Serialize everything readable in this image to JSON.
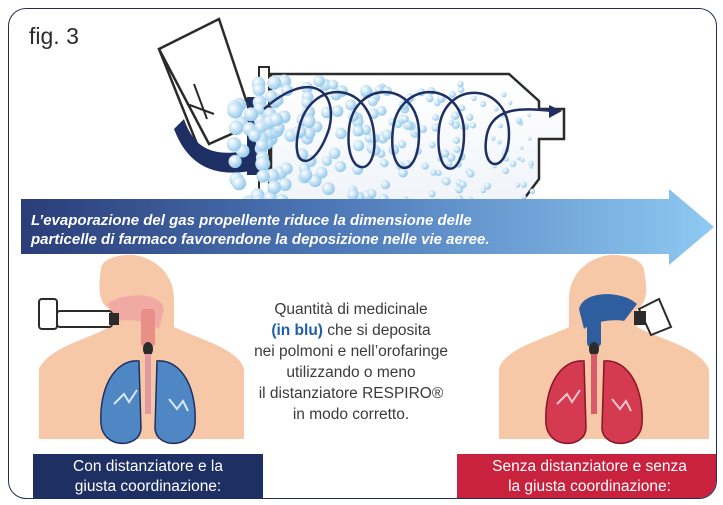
{
  "figure": {
    "label": "fig. 3"
  },
  "banner": {
    "line1": "L’evaporazione del gas propellente riduce la dimensione delle",
    "line2": "particelle di farmaco favorendone la deposizione nelle vie aeree."
  },
  "center": {
    "line1": "Quantità di medicinale",
    "line2": "(in blu)",
    "line2_rest": " che si deposita",
    "line3": "nei polmoni e nell’orofaringe",
    "line4": "utilizzando o meno",
    "line5": "il distanziatore RESPIRO®",
    "line6": "in modo corretto."
  },
  "captions": {
    "left": {
      "line1": "Con distanziatore e la",
      "line2": "giusta coordinazione:"
    },
    "right": {
      "line1": "Senza distanziatore e senza",
      "line2": "la giusta coordinazione:"
    }
  },
  "colors": {
    "navy": "#1e2f63",
    "blue_medicine": "#1e5fa8",
    "red_medicine": "#c8223f",
    "skin": "#f7c8a8",
    "arrow_start": "#2a3d78",
    "arrow_end": "#7ec0f0"
  },
  "icons": [
    "inhaler-icon",
    "spacer-chamber-icon",
    "lungs-icon",
    "head-profile-icon"
  ]
}
